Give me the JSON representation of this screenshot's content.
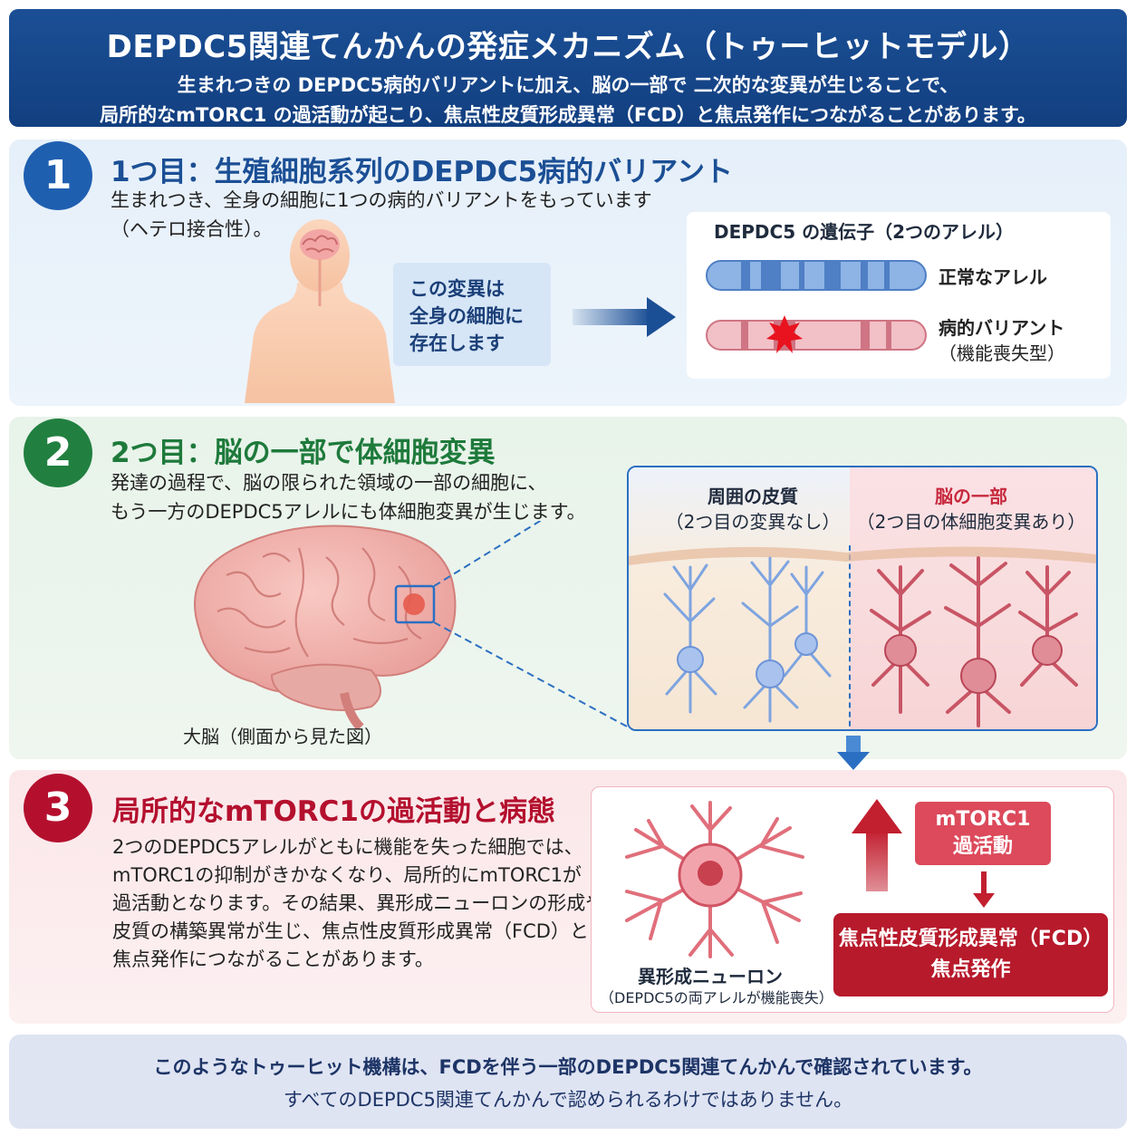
{
  "header": {
    "title": "DEPDC5関連てんかんの発症メカニズム（トゥーヒットモデル）",
    "subtitle_line1": "生まれつきの DEPDC5病的バリアントに加え、脳の一部で 二次的な変異が生じることで、",
    "subtitle_line2": "局所的なmTORC1 の過活動が起こり、焦点性皮質形成異常（FCD）と焦点発作につながることがあります。"
  },
  "step1": {
    "number": "1",
    "heading": "1つ目：生殖細胞系列のDEPDC5病的バリアント",
    "text_line1": "生まれつき、全身の細胞に1つの病的バリアントをもっています",
    "text_line2": "（ヘテロ接合性）。",
    "callout_line1": "この変異は",
    "callout_line2": "全身の細胞に",
    "callout_line3": "存在します",
    "gene_title": "DEPDC5 の遺伝子（2つのアレル）",
    "normal_allele": "正常なアレル",
    "variant_allele_line1": "病的バリアント",
    "variant_allele_line2": "（機能喪失型）"
  },
  "step2": {
    "number": "2",
    "heading": "2つ目：脳の一部で体細胞変異",
    "text_line1": "発達の過程で、脳の限られた領域の一部の細胞に、",
    "text_line2": "もう一方のDEPDC5アレルにも体細胞変異が生じます。",
    "brain_caption": "大脳（側面から見た図）",
    "left_label_line1": "周囲の皮質",
    "left_label_line2": "（2つ目の変異なし）",
    "right_label_line1": "脳の一部",
    "right_label_line2": "（2つ目の体細胞変異あり）"
  },
  "step3": {
    "number": "3",
    "heading": "局所的なmTORC1の過活動と病態",
    "text_line1": "2つのDEPDC5アレルがともに機能を失った細胞では、",
    "text_line2": "mTORC1の抑制がきかなくなり、局所的にmTORC1が",
    "text_line3": "過活動となります。その結果、異形成ニューロンの形成や",
    "text_line4": "皮質の構築異常が生じ、焦点性皮質形成異常（FCD）と",
    "text_line5": "焦点発作につながることがあります。",
    "neuron_label": "異形成ニューロン",
    "neuron_sublabel": "（DEPDC5の両アレルが機能喪失）",
    "mtorc_line1": "mTORC1",
    "mtorc_line2": "過活動",
    "fcd_line1": "焦点性皮質形成異常（FCD）",
    "fcd_line2": "焦点発作"
  },
  "footer": {
    "line1": "このようなトゥーヒット機構は、FCDを伴う一部のDEPDC5関連てんかんで確認されています。",
    "line2": "すべてのDEPDC5関連てんかんで認められるわけではありません。"
  },
  "colors": {
    "header_blue": "#1b4f95",
    "step1_blue": "#1f5fb0",
    "step2_green": "#218040",
    "step3_red": "#b4102e",
    "normal_allele": "#7ea6dc",
    "variant_allele": "#eca7b1",
    "mutation_star": "#e8131f"
  },
  "icons": [
    "human-silhouette-icon",
    "brain-icon",
    "arrow-right-icon",
    "mutation-burst-icon",
    "neuron-icon",
    "arrow-up-icon",
    "arrow-down-icon"
  ]
}
